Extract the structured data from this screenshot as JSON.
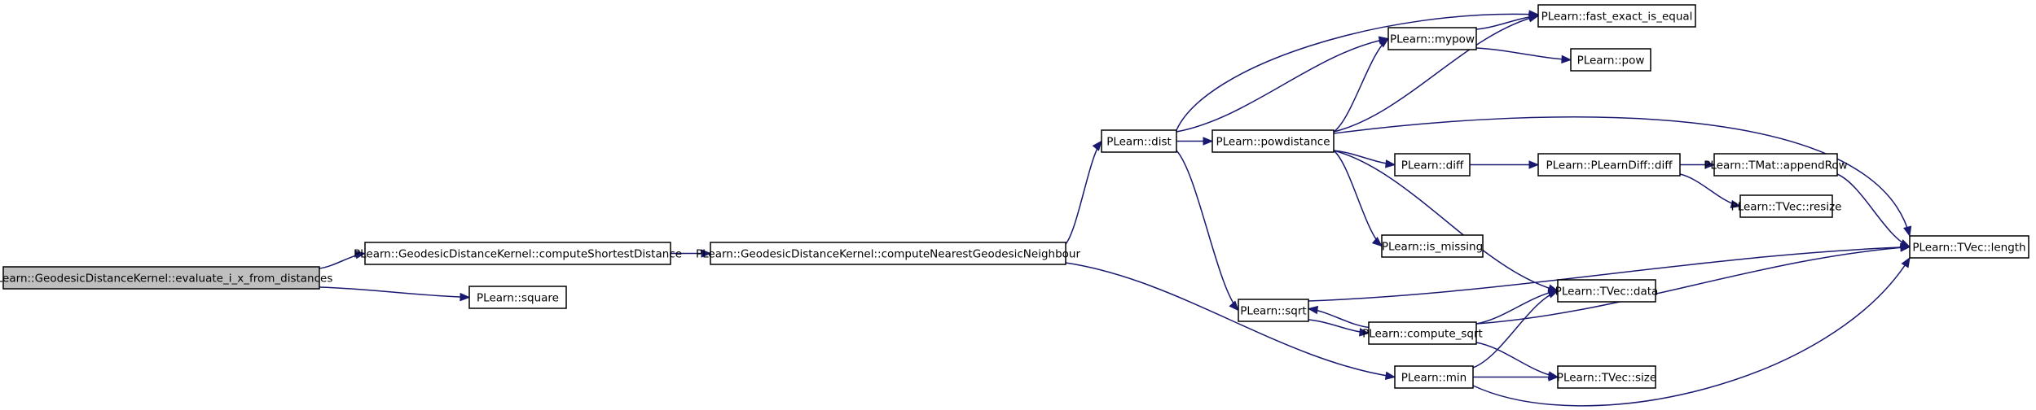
{
  "nodes": [
    {
      "id": "root",
      "label": "PLearn::GeodesicDistanceKernel::evaluate_i_x_from_distances",
      "root": true
    },
    {
      "id": "cshort",
      "label": "PLearn::GeodesicDistanceKernel::computeShortestDistance"
    },
    {
      "id": "square",
      "label": "PLearn::square"
    },
    {
      "id": "cnear",
      "label": "PLearn::GeodesicDistanceKernel::computeNearestGeodesicNeighbour"
    },
    {
      "id": "dist",
      "label": "PLearn::dist"
    },
    {
      "id": "powd",
      "label": "PLearn::powdistance"
    },
    {
      "id": "mypow",
      "label": "PLearn::mypow"
    },
    {
      "id": "fexact",
      "label": "PLearn::fast_exact_is_equal"
    },
    {
      "id": "pow",
      "label": "PLearn::pow"
    },
    {
      "id": "diff",
      "label": "PLearn::diff"
    },
    {
      "id": "pldiff",
      "label": "PLearn::PLearnDiff::diff"
    },
    {
      "id": "append",
      "label": "PLearn::TMat::appendRow"
    },
    {
      "id": "resize",
      "label": "PLearn::TVec::resize"
    },
    {
      "id": "ismissing",
      "label": "PLearn::is_missing"
    },
    {
      "id": "length",
      "label": "PLearn::TVec::length"
    },
    {
      "id": "sqrt",
      "label": "PLearn::sqrt"
    },
    {
      "id": "csqrt",
      "label": "PLearn::compute_sqrt"
    },
    {
      "id": "data",
      "label": "PLearn::TVec::data"
    },
    {
      "id": "min",
      "label": "PLearn::min"
    },
    {
      "id": "size",
      "label": "PLearn::TVec::size"
    }
  ],
  "edges": [
    {
      "from": "root",
      "to": "cshort"
    },
    {
      "from": "root",
      "to": "square"
    },
    {
      "from": "cshort",
      "to": "cnear"
    },
    {
      "from": "cnear",
      "to": "dist"
    },
    {
      "from": "cnear",
      "to": "min"
    },
    {
      "from": "dist",
      "to": "powd"
    },
    {
      "from": "dist",
      "to": "fexact"
    },
    {
      "from": "dist",
      "to": "mypow"
    },
    {
      "from": "dist",
      "to": "sqrt"
    },
    {
      "from": "powd",
      "to": "mypow"
    },
    {
      "from": "powd",
      "to": "fexact"
    },
    {
      "from": "powd",
      "to": "length"
    },
    {
      "from": "powd",
      "to": "diff"
    },
    {
      "from": "powd",
      "to": "ismissing"
    },
    {
      "from": "powd",
      "to": "data"
    },
    {
      "from": "mypow",
      "to": "fexact"
    },
    {
      "from": "mypow",
      "to": "pow"
    },
    {
      "from": "diff",
      "to": "pldiff"
    },
    {
      "from": "pldiff",
      "to": "append"
    },
    {
      "from": "pldiff",
      "to": "resize"
    },
    {
      "from": "append",
      "to": "length"
    },
    {
      "from": "sqrt",
      "to": "length"
    },
    {
      "from": "sqrt",
      "to": "csqrt"
    },
    {
      "from": "csqrt",
      "to": "sqrt"
    },
    {
      "from": "csqrt",
      "to": "data"
    },
    {
      "from": "csqrt",
      "to": "length"
    },
    {
      "from": "csqrt",
      "to": "size"
    },
    {
      "from": "min",
      "to": "data"
    },
    {
      "from": "min",
      "to": "size"
    },
    {
      "from": "min",
      "to": "length"
    }
  ],
  "colors": {
    "edge": "#191970",
    "root_fill": "#bfbfbf",
    "node_fill": "#ffffff",
    "node_border": "#000000"
  }
}
